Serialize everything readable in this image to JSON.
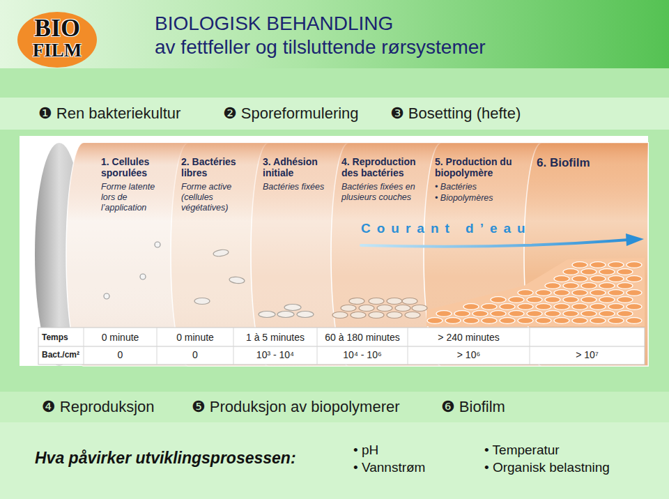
{
  "diagram": {
    "title": "BIOLOGISK BEHANDLING",
    "nodes": [
      {
        "text": [
          "❶ Ren bakteriekultur",
          "❷ Sporeformulering",
          "❸ Bosetting (hefte)"
        ]
      },
      {
        "text": [
          "1. Cellules sporulées",
          "Forme latente lors de l’application"
        ]
      },
      {
        "text": [
          "2. Bactéries libres",
          "Forme active (cellules végétatives)"
        ]
      },
      {
        "text": [
          "3. Adhésion initiale",
          "Bactéries fixées"
        ]
      },
      {
        "text": [
          "4. Reproduction des bactéries",
          "Bactéries fixées en plusieurs couches"
        ]
      },
      {
        "text": [
          "5. Production du biopolymère",
          "• Bactéries",
          "• Biopolymères"
        ]
      },
      {
        "text": [
          "6. Biofilm"
        ]
      },
      {
        "text": [
          "❹ Reproduksjon",
          "❺ Produksjon av biopolymerer",
          "❻ Biofilm"
        ]
      }
    ],
    "labels": [
      "BIO",
      "FILM",
      "av fettfeller og tilsluttende rørsystemer",
      "Courant d’eau",
      "Temps",
      "0 minute",
      "0 minute",
      "1 à 5 minutes",
      "60 à 180 minutes",
      "> 240 minutes",
      "Bact./cm²",
      "0",
      "0",
      "10³ - 10⁴",
      "10⁴ - 10⁶",
      "> 10⁶",
      "> 10⁷",
      "Hva påvirker utviklingsprosessen:",
      "• pH",
      "• Vannstrøm",
      "• Temperatur",
      "• Organisk belastning"
    ]
  }
}
